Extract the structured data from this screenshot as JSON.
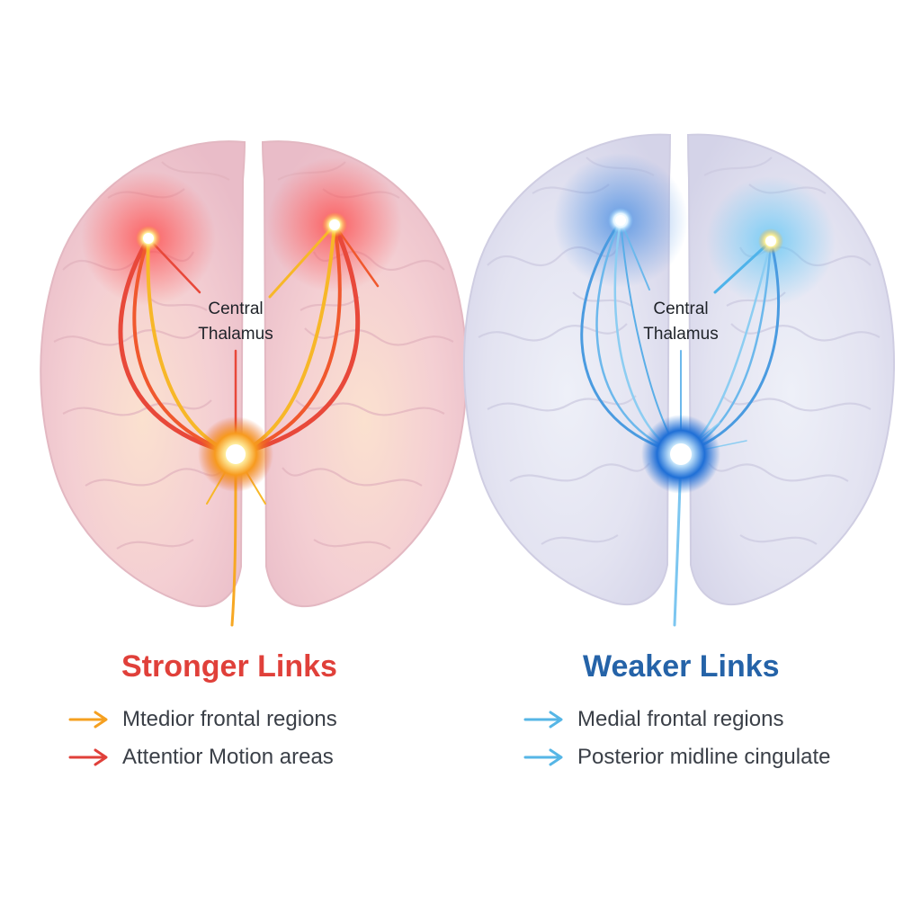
{
  "left_panel": {
    "center_label_line1": "Central",
    "center_label_line2": "Thalamus",
    "heading": "Stronger Links",
    "heading_color": "#e0403a",
    "legend": [
      {
        "text": "Mtedior frontal regions",
        "arrow_color": "#f5a020"
      },
      {
        "text": "Attentior Motion areas",
        "arrow_color": "#e0403a"
      }
    ]
  },
  "right_panel": {
    "center_label_line1": "Central",
    "center_label_line2": "Thalamus",
    "heading": "Weaker Links",
    "heading_color": "#2563a8",
    "legend": [
      {
        "text": "Medial frontal regions",
        "arrow_color": "#56b6e6"
      },
      {
        "text": "Posterior midline cingulate",
        "arrow_color": "#56b6e6"
      }
    ]
  }
}
